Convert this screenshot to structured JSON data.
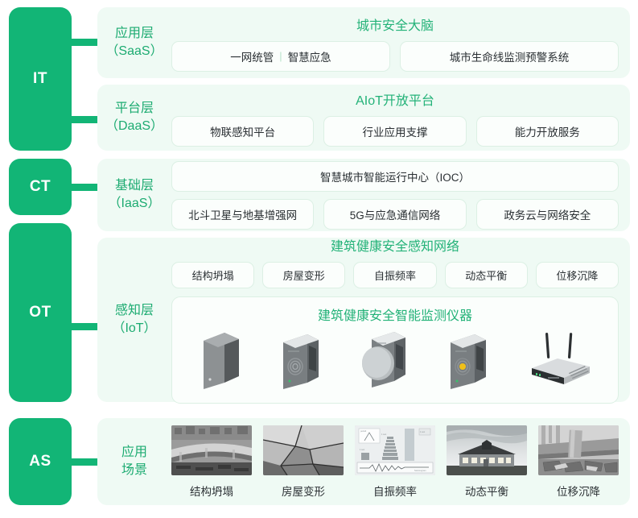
{
  "rail": [
    {
      "id": "it",
      "label": "IT"
    },
    {
      "id": "ct",
      "label": "CT"
    },
    {
      "id": "ot",
      "label": "OT"
    },
    {
      "id": "as",
      "label": "AS"
    }
  ],
  "layers": {
    "saas": {
      "label": "应用层\n（SaaS）",
      "title": "城市安全大脑",
      "pills": [
        {
          "left": "一网统管",
          "sep": "|",
          "right": "智慧应急"
        },
        {
          "text": "城市生命线监测预警系统"
        }
      ]
    },
    "daas": {
      "label": "平台层\n（DaaS）",
      "title": "AIoT开放平台",
      "pills": [
        {
          "text": "物联感知平台"
        },
        {
          "text": "行业应用支撑"
        },
        {
          "text": "能力开放服务"
        }
      ]
    },
    "iaas": {
      "label": "基础层\n（IaaS）",
      "wide_pill": "智慧城市智能运行中心（IOC）",
      "pills": [
        {
          "text": "北斗卫星与地基增强网"
        },
        {
          "text": "5G与应急通信网络"
        },
        {
          "text": "政务云与网络安全"
        }
      ]
    },
    "iot": {
      "label": "感知层\n（IoT）",
      "title": "建筑健康安全感知网络",
      "tags": [
        {
          "text": "结构坍塌"
        },
        {
          "text": "房屋变形"
        },
        {
          "text": "自振频率"
        },
        {
          "text": "动态平衡"
        },
        {
          "text": "位移沉降"
        }
      ],
      "device_title": "建筑健康安全智能监测仪器",
      "devices": [
        {
          "name": "sensor-box-dark"
        },
        {
          "name": "sensor-ripple"
        },
        {
          "name": "sensor-disc"
        },
        {
          "name": "sensor-amber-led"
        },
        {
          "name": "gateway-router"
        }
      ]
    },
    "scenarios": {
      "label": "应用\n场景",
      "items": [
        {
          "caption": "结构坍塌",
          "image": "collapsed-overpass"
        },
        {
          "caption": "房屋变形",
          "image": "cracked-wall"
        },
        {
          "caption": "自振频率",
          "image": "seismogram-diagram"
        },
        {
          "caption": "动态平衡",
          "image": "house-at-dusk"
        },
        {
          "caption": "位移沉降",
          "image": "settled-column"
        }
      ]
    }
  },
  "colors": {
    "brand_green": "#12b576",
    "title_green": "#23b278",
    "card_bg": "#effaf4",
    "pill_border": "#dcf0e4"
  }
}
